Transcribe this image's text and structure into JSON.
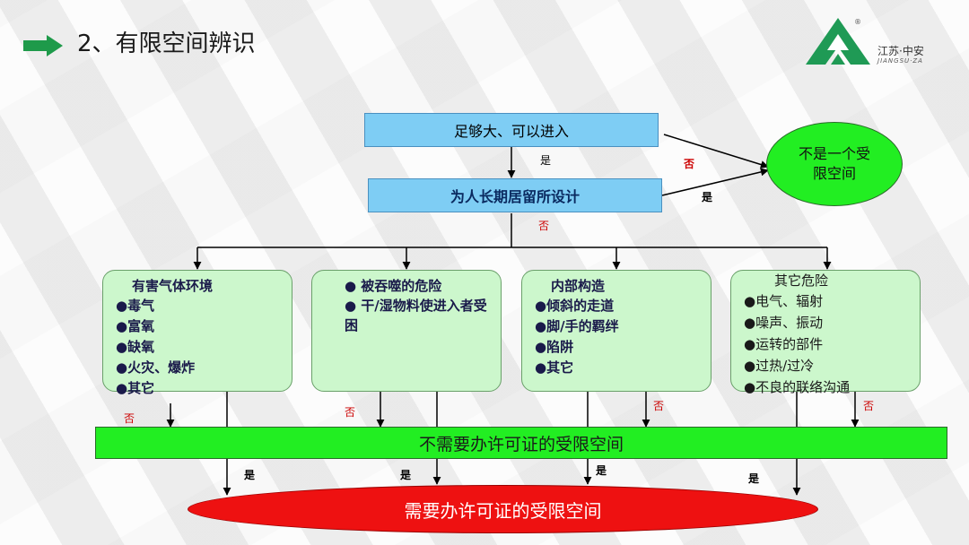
{
  "header": {
    "title": "2、有限空间辨识"
  },
  "logo": {
    "name_cn": "江苏·中安",
    "name_en": "JIANGSU·ZA",
    "reg": "®"
  },
  "colors": {
    "blue_box": "#7ecdf4",
    "green": "#22ee22",
    "light_green": "#ccf7cc",
    "red": "#ee1111",
    "no_label": "#cc0000"
  },
  "flow": {
    "q1": "足够大、可以进入",
    "q2": "为人长期居留所设计",
    "not_confined": "不是一个受限空间",
    "categories": [
      {
        "title": "有害气体环境",
        "items": [
          "●毒气",
          "●富氧",
          "●缺氧",
          "●火灾、爆炸",
          "●其它"
        ]
      },
      {
        "title": "",
        "items": [
          "●  被吞噬的危险",
          "●  干/湿物料使进入者受困"
        ]
      },
      {
        "title": "内部构造",
        "items": [
          "●倾斜的走道",
          "●脚/手的羁绊",
          "●陷阱",
          "●其它"
        ]
      },
      {
        "title": "其它危险",
        "items": [
          "●电气、辐射",
          "●噪声、振动",
          "●运转的部件",
          "●过热/过冷",
          "●不良的联络沟通"
        ]
      }
    ],
    "no_permit": "不需要办许可证的受限空间",
    "permit": "需要办许可证的受限空间"
  },
  "labels": {
    "yes": "是",
    "no": "否"
  }
}
